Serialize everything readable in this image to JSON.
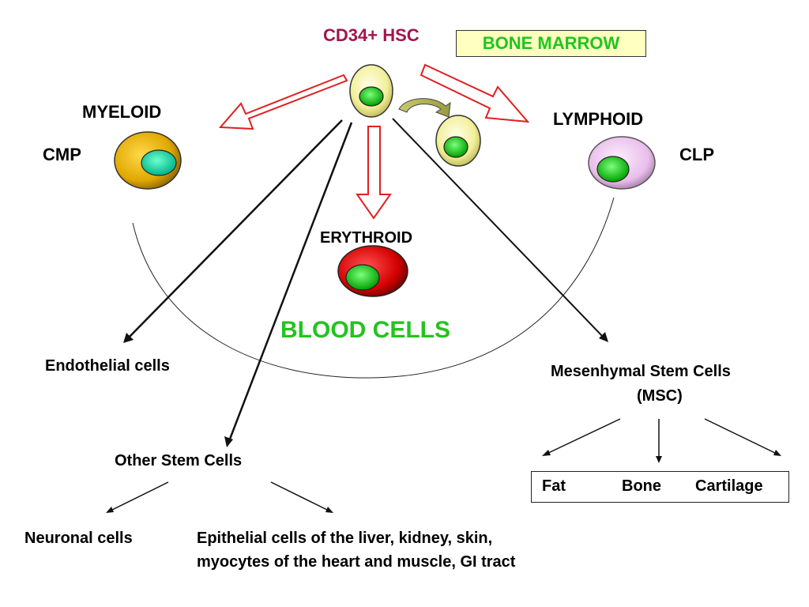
{
  "hsc_label": "CD34+ HSC",
  "location_label": "BONE MARROW",
  "myeloid_label": "MYELOID",
  "cmp_label": "CMP",
  "lymphoid_label": "LYMPHOID",
  "clp_label": "CLP",
  "erythroid_label": "ERYTHROID",
  "blood_cells_label": "BLOOD CELLS",
  "endothelial_label": "Endothelial cells",
  "msc_label_line1": "Mesenhymal Stem Cells",
  "msc_label_line2": "(MSC)",
  "other_stem_label": "Other Stem Cells",
  "msc_outputs": {
    "fat": "Fat",
    "bone": "Bone",
    "cartilage": "Cartilage"
  },
  "neuronal_label": "Neuronal cells",
  "epithelial_line1": "Epithelial cells of the liver, kidney, skin,",
  "epithelial_line2": "myocytes of the heart and muscle, GI tract",
  "colors": {
    "hsc_text": "#a0154e",
    "green_text": "#22c41e",
    "arrow_red": "#e02020",
    "box_fill": "#ffffc0"
  }
}
